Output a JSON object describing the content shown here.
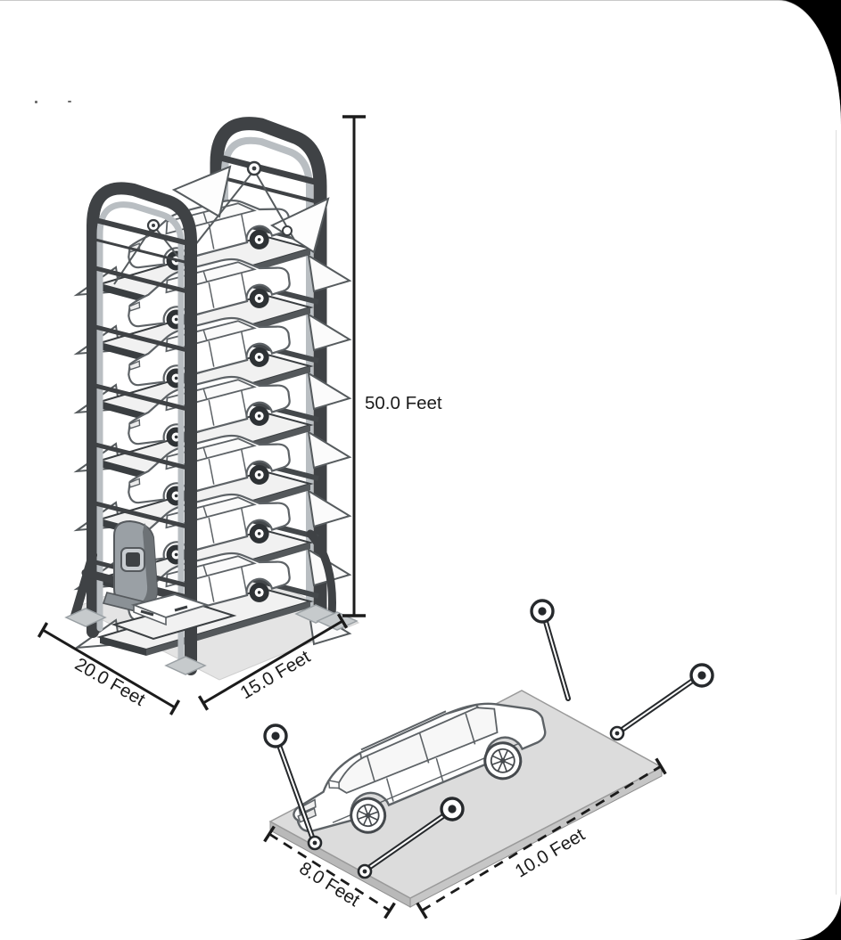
{
  "labels": {
    "tower_height": "50.0 Feet",
    "tower_width": "20.0 Feet",
    "tower_depth": "15.0 Feet",
    "space_width": "8.0 Feet",
    "space_length": "10.0 Feet"
  },
  "icons": {
    "tower_illustration": "rotary-parking-tower",
    "car_illustration": "station-wagon-on-parking-pad",
    "pin_marker": "corner-pin-bullseye",
    "motor": "drive-motor-unit"
  },
  "colors": {
    "page_background": "#000000",
    "canvas_background": "#ffffff",
    "frame_dark": "#3f4245",
    "frame_light": "#b9bec2",
    "line_art": "#5d6266",
    "pad_fill": "#dcdcdc",
    "dimension_text": "#1b1b1b"
  }
}
